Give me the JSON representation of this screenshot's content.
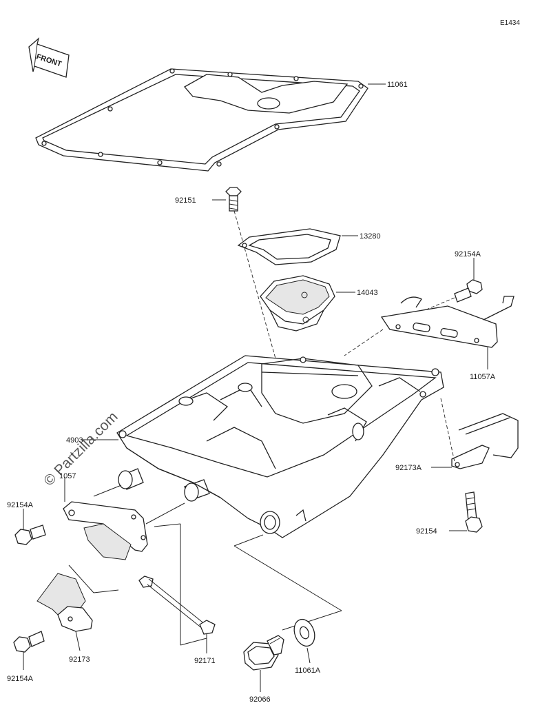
{
  "diagram_code": "E1434",
  "front_label": "FRONT",
  "watermark": "© Partzilla.com",
  "parts": {
    "p11061": "11061",
    "p92151": "92151",
    "p13280": "13280",
    "p92154A_top": "92154A",
    "p14043": "14043",
    "p11057A": "11057A",
    "p4903": "4903",
    "p1057": "1057",
    "p92154A_left": "92154A",
    "p92173A": "92173A",
    "p92154": "92154",
    "p92173": "92173",
    "p92154A_bottom": "92154A",
    "p92171": "92171",
    "p92066": "92066",
    "p11061A": "11061A"
  }
}
